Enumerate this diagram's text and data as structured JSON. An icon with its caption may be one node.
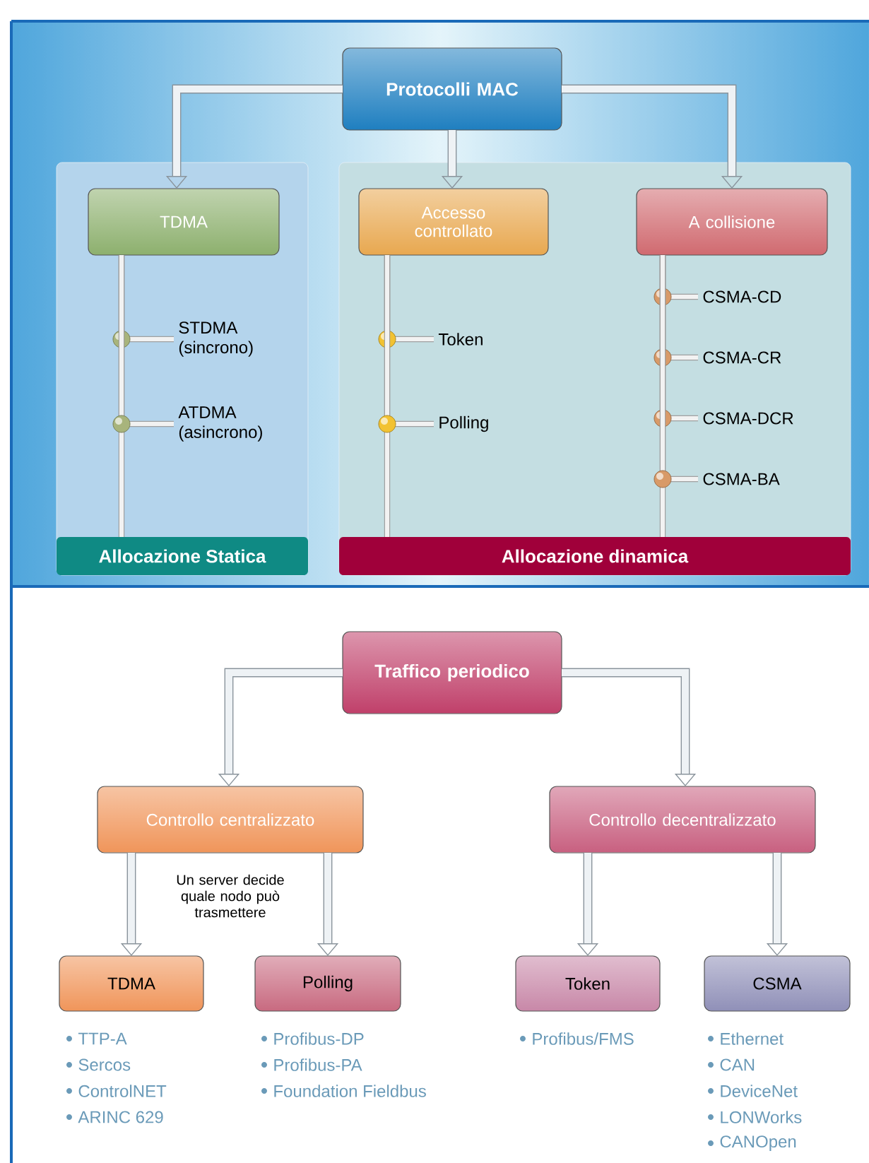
{
  "diagram": {
    "nodes": [
      {
        "text": [
          "Protocolli MAC"
        ]
      },
      {
        "text": [
          "Allocazione Statica"
        ]
      },
      {
        "text": [
          "Allocazione dinamica"
        ]
      },
      {
        "text": [
          "TDMA"
        ],
        "in": 1
      },
      {
        "text": [
          "Accesso controllato"
        ],
        "in": 2
      },
      {
        "text": [
          "A collisione"
        ],
        "in": 2
      },
      {
        "text": [
          "STDMA (sincrono)"
        ],
        "in": 1
      },
      {
        "text": [
          "ATDMA (asincrono)"
        ],
        "in": 1
      },
      {
        "text": [
          "Token"
        ],
        "in": 2
      },
      {
        "text": [
          "Polling"
        ],
        "in": 2
      },
      {
        "text": [
          "CSMA-CD"
        ],
        "in": 2
      },
      {
        "text": [
          "CSMA-CR"
        ],
        "in": 2
      },
      {
        "text": [
          "CSMA-DCR"
        ],
        "in": 2
      },
      {
        "text": [
          "CSMA-BA"
        ],
        "in": 2
      },
      {
        "text": [
          "Traffico periodico"
        ]
      },
      {
        "text": [
          "Controllo centralizzato"
        ],
        "beside": [
          "Un server decide quale nodo può trasmettere"
        ]
      },
      {
        "text": [
          "Controllo decentralizzato"
        ]
      },
      {
        "text": [
          "TDMA"
        ],
        "beside": [
          "TTP-A",
          "Sercos",
          "ControlNET",
          "ARINC 629"
        ]
      },
      {
        "text": [
          "Polling"
        ],
        "beside": [
          "Profibus-DP",
          "Profibus-PA",
          "Foundation Fieldbus"
        ]
      },
      {
        "text": [
          "Token"
        ],
        "beside": [
          "Profibus/FMS"
        ]
      },
      {
        "text": [
          "CSMA"
        ],
        "beside": [
          "Ethernet",
          "CAN",
          "DeviceNet",
          "LONWorks",
          "CANOpen"
        ]
      }
    ],
    "edges": [
      {
        "from": 0,
        "to": 3,
        "arrow": "to"
      },
      {
        "from": 0,
        "to": 4,
        "arrow": "to"
      },
      {
        "from": 0,
        "to": 5,
        "arrow": "to"
      },
      {
        "from": 3,
        "to": 6,
        "arrow": "none"
      },
      {
        "from": 3,
        "to": 7,
        "arrow": "none"
      },
      {
        "from": 4,
        "to": 8,
        "arrow": "none"
      },
      {
        "from": 4,
        "to": 9,
        "arrow": "none"
      },
      {
        "from": 5,
        "to": 10,
        "arrow": "none"
      },
      {
        "from": 5,
        "to": 11,
        "arrow": "none"
      },
      {
        "from": 5,
        "to": 12,
        "arrow": "none"
      },
      {
        "from": 5,
        "to": 13,
        "arrow": "none"
      },
      {
        "from": 14,
        "to": 15,
        "arrow": "to"
      },
      {
        "from": 14,
        "to": 16,
        "arrow": "to"
      },
      {
        "from": 15,
        "to": 17,
        "arrow": "to"
      },
      {
        "from": 15,
        "to": 18,
        "arrow": "to"
      },
      {
        "from": 16,
        "to": 19,
        "arrow": "to"
      },
      {
        "from": 16,
        "to": 20,
        "arrow": "to"
      }
    ]
  }
}
